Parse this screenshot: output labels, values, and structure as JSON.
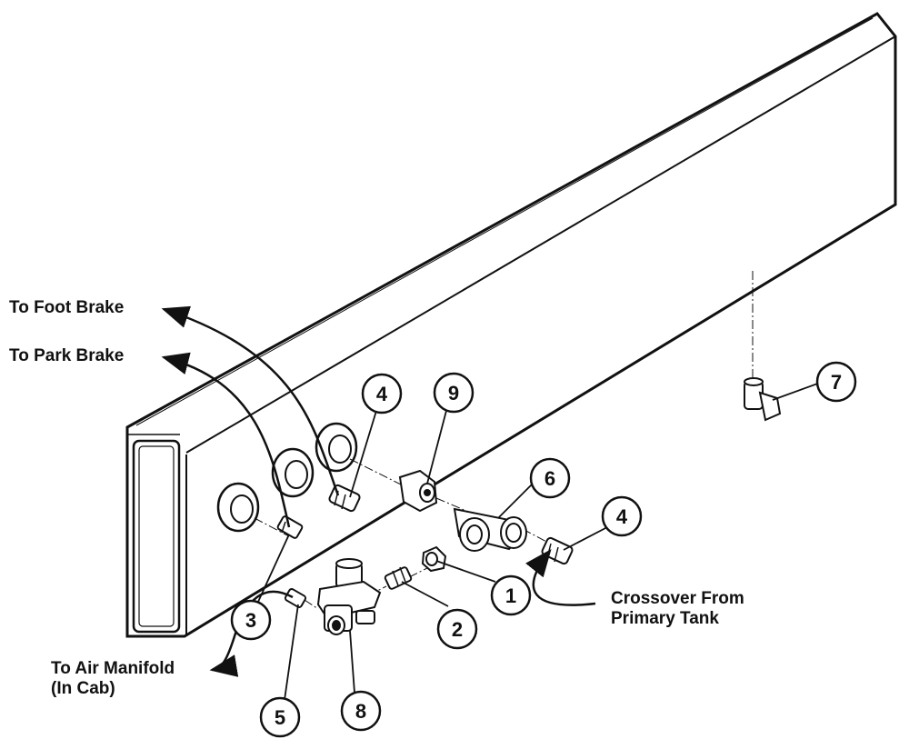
{
  "labels": {
    "foot_brake": "To Foot Brake",
    "park_brake": "To Park Brake",
    "crossover_line1": "Crossover From",
    "crossover_line2": "Primary Tank",
    "air_manifold_line1": "To Air Manifold",
    "air_manifold_line2": "(In Cab)"
  },
  "callouts": [
    "1",
    "2",
    "3",
    "4",
    "4",
    "5",
    "6",
    "7",
    "8",
    "9"
  ],
  "colors": {
    "line": "#111111",
    "background": "#ffffff"
  }
}
